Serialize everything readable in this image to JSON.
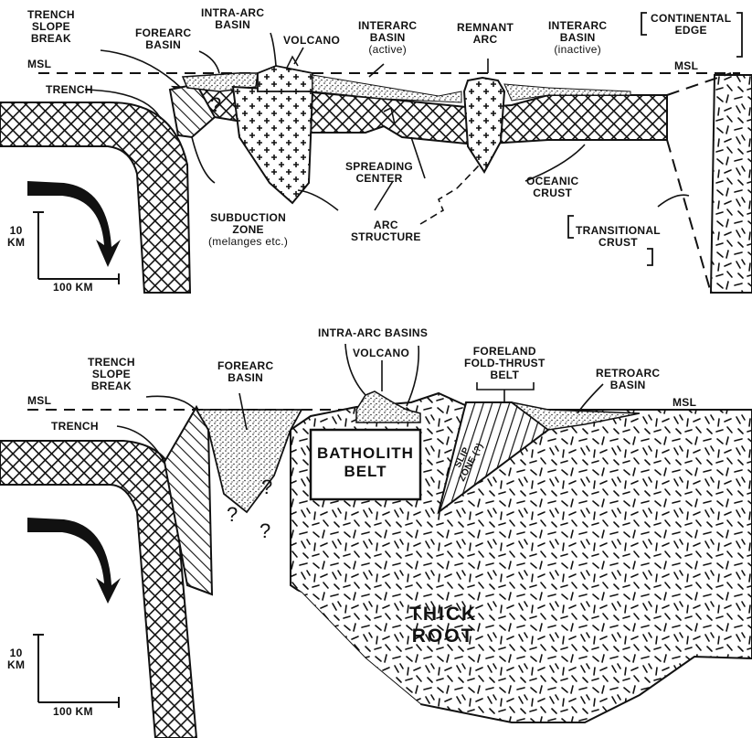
{
  "top": {
    "labels": {
      "trench_slope_break": [
        "TRENCH",
        "SLOPE",
        "BREAK"
      ],
      "forearc_basin": [
        "FOREARC",
        "BASIN"
      ],
      "intra_arc_basin": [
        "INTRA-ARC",
        "BASIN"
      ],
      "volcano": "VOLCANO",
      "interarc_basin_active": [
        "INTERARC",
        "BASIN",
        "(active)"
      ],
      "remnant_arc": [
        "REMNANT",
        "ARC"
      ],
      "interarc_basin_inactive": [
        "INTERARC",
        "BASIN",
        "(inactive)"
      ],
      "continental_edge": [
        "CONTINENTAL",
        "EDGE"
      ],
      "msl_left": "MSL",
      "msl_right": "MSL",
      "trench": "TRENCH",
      "question": "?",
      "spreading_center": [
        "SPREADING",
        "CENTER"
      ],
      "oceanic_crust": [
        "OCEANIC",
        "CRUST"
      ],
      "subduction_zone": [
        "SUBDUCTION",
        "ZONE",
        "(melanges etc.)"
      ],
      "arc_structure": [
        "ARC",
        "STRUCTURE"
      ],
      "transitional_crust": [
        "TRANSITIONAL",
        "CRUST"
      ]
    },
    "scale": {
      "vertical": [
        "10",
        "KM"
      ],
      "horizontal": "100 KM"
    }
  },
  "bottom": {
    "labels": {
      "intra_arc_basins": "INTRA-ARC BASINS",
      "volcano": "VOLCANO",
      "trench_slope_break": [
        "TRENCH",
        "SLOPE",
        "BREAK"
      ],
      "forearc_basin": [
        "FOREARC",
        "BASIN"
      ],
      "foreland_fold_thrust_belt": [
        "FORELAND",
        "FOLD-THRUST",
        "BELT"
      ],
      "retroarc_basin": [
        "RETROARC",
        "BASIN"
      ],
      "msl_left": "MSL",
      "msl_right": "MSL",
      "trench": "TRENCH",
      "batholith_belt": [
        "BATHOLITH",
        "BELT"
      ],
      "slip_zone": [
        "SLIP",
        "ZONE (?)"
      ],
      "question": "?",
      "thick_root": [
        "THICK",
        "ROOT"
      ]
    },
    "scale": {
      "vertical": [
        "10",
        "KM"
      ],
      "horizontal": "100 KM"
    }
  }
}
